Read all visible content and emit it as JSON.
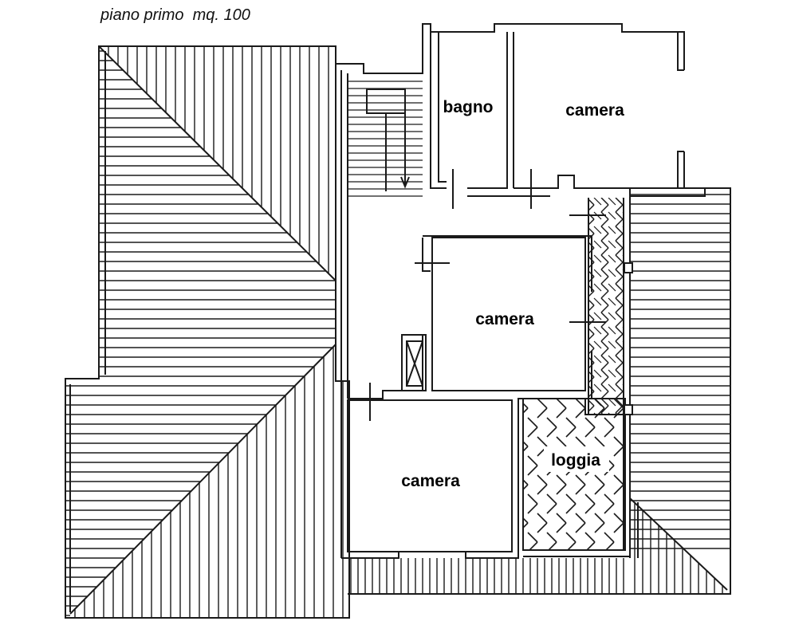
{
  "caption": "piano primo  mq. 100",
  "rooms": {
    "bagno": "bagno",
    "camera_top": "camera",
    "camera_middle": "camera",
    "camera_bottom": "camera",
    "loggia": "loggia"
  },
  "colors": {
    "ink": "#1a1a1a",
    "paper": "#ffffff"
  }
}
